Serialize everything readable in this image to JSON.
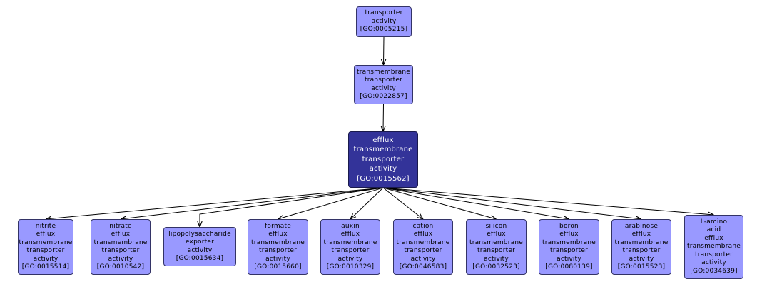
{
  "diagram": {
    "colors": {
      "node_fill": "#9999ff",
      "focus_fill": "#333399",
      "edge": "#000000"
    },
    "nodes": [
      {
        "id": "n0",
        "lines": [
          "transporter",
          "activity",
          "[GO:0005215]"
        ]
      },
      {
        "id": "n1",
        "lines": [
          "transmembrane",
          "transporter",
          "activity",
          "[GO:0022857]"
        ]
      },
      {
        "id": "n2",
        "lines": [
          "efflux",
          "transmembrane",
          "transporter",
          "activity",
          "[GO:0015562]"
        ],
        "focus": true
      },
      {
        "id": "c0",
        "lines": [
          "nitrite",
          "efflux",
          "transmembrane",
          "transporter",
          "activity",
          "[GO:0015514]"
        ]
      },
      {
        "id": "c1",
        "lines": [
          "nitrate",
          "efflux",
          "transmembrane",
          "transporter",
          "activity",
          "[GO:0010542]"
        ]
      },
      {
        "id": "c2",
        "lines": [
          "lipopolysaccharide",
          "exporter",
          "activity",
          "[GO:0015634]"
        ]
      },
      {
        "id": "c3",
        "lines": [
          "formate",
          "efflux",
          "transmembrane",
          "transporter",
          "activity",
          "[GO:0015660]"
        ]
      },
      {
        "id": "c4",
        "lines": [
          "auxin",
          "efflux",
          "transmembrane",
          "transporter",
          "activity",
          "[GO:0010329]"
        ]
      },
      {
        "id": "c5",
        "lines": [
          "cation",
          "efflux",
          "transmembrane",
          "transporter",
          "activity",
          "[GO:0046583]"
        ]
      },
      {
        "id": "c6",
        "lines": [
          "silicon",
          "efflux",
          "transmembrane",
          "transporter",
          "activity",
          "[GO:0032523]"
        ]
      },
      {
        "id": "c7",
        "lines": [
          "boron",
          "efflux",
          "transmembrane",
          "transporter",
          "activity",
          "[GO:0080139]"
        ]
      },
      {
        "id": "c8",
        "lines": [
          "arabinose",
          "efflux",
          "transmembrane",
          "transporter",
          "activity",
          "[GO:0015523]"
        ]
      },
      {
        "id": "c9",
        "lines": [
          "L-amino",
          "acid",
          "efflux",
          "transmembrane",
          "transporter",
          "activity",
          "[GO:0034639]"
        ]
      }
    ],
    "edges": [
      [
        "n0",
        "n1"
      ],
      [
        "n1",
        "n2"
      ],
      [
        "n2",
        "c0"
      ],
      [
        "n2",
        "c1"
      ],
      [
        "n2",
        "c2"
      ],
      [
        "n2",
        "c3"
      ],
      [
        "n2",
        "c4"
      ],
      [
        "n2",
        "c5"
      ],
      [
        "n2",
        "c6"
      ],
      [
        "n2",
        "c7"
      ],
      [
        "n2",
        "c8"
      ],
      [
        "n2",
        "c9"
      ]
    ]
  }
}
